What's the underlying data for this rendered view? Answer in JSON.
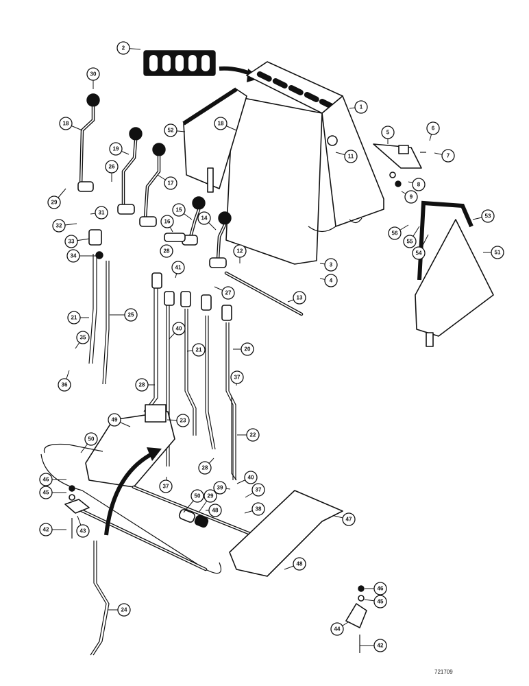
{
  "drawing_number": "721709",
  "callouts": [
    {
      "id": "c1",
      "label": "1"
    },
    {
      "id": "c2",
      "label": "2"
    },
    {
      "id": "c3",
      "label": "3"
    },
    {
      "id": "c4",
      "label": "4"
    },
    {
      "id": "c5",
      "label": "5"
    },
    {
      "id": "c6",
      "label": "6"
    },
    {
      "id": "c7",
      "label": "7"
    },
    {
      "id": "c8",
      "label": "8"
    },
    {
      "id": "c9",
      "label": "9"
    },
    {
      "id": "c11",
      "label": "11"
    },
    {
      "id": "c12",
      "label": "12"
    },
    {
      "id": "c13",
      "label": "13"
    },
    {
      "id": "c14",
      "label": "14"
    },
    {
      "id": "c15",
      "label": "15"
    },
    {
      "id": "c16",
      "label": "16"
    },
    {
      "id": "c17",
      "label": "17"
    },
    {
      "id": "c18a",
      "label": "18"
    },
    {
      "id": "c18b",
      "label": "18"
    },
    {
      "id": "c19",
      "label": "19"
    },
    {
      "id": "c20",
      "label": "20"
    },
    {
      "id": "c21a",
      "label": "21"
    },
    {
      "id": "c21b",
      "label": "21"
    },
    {
      "id": "c22",
      "label": "22"
    },
    {
      "id": "c23",
      "label": "23"
    },
    {
      "id": "c24",
      "label": "24"
    },
    {
      "id": "c25",
      "label": "25"
    },
    {
      "id": "c26",
      "label": "26"
    },
    {
      "id": "c27",
      "label": "27"
    },
    {
      "id": "c28a",
      "label": "28"
    },
    {
      "id": "c28b",
      "label": "28"
    },
    {
      "id": "c28c",
      "label": "28"
    },
    {
      "id": "c29a",
      "label": "29"
    },
    {
      "id": "c29b",
      "label": "29"
    },
    {
      "id": "c30",
      "label": "30"
    },
    {
      "id": "c31",
      "label": "31"
    },
    {
      "id": "c32",
      "label": "32"
    },
    {
      "id": "c33",
      "label": "33"
    },
    {
      "id": "c34",
      "label": "34"
    },
    {
      "id": "c35",
      "label": "35"
    },
    {
      "id": "c36",
      "label": "36"
    },
    {
      "id": "c37a",
      "label": "37"
    },
    {
      "id": "c37b",
      "label": "37"
    },
    {
      "id": "c37c",
      "label": "37"
    },
    {
      "id": "c38",
      "label": "38"
    },
    {
      "id": "c39",
      "label": "39"
    },
    {
      "id": "c40a",
      "label": "40"
    },
    {
      "id": "c40b",
      "label": "40"
    },
    {
      "id": "c41",
      "label": "41"
    },
    {
      "id": "c42a",
      "label": "42"
    },
    {
      "id": "c42b",
      "label": "42"
    },
    {
      "id": "c43",
      "label": "43"
    },
    {
      "id": "c44",
      "label": "44"
    },
    {
      "id": "c45a",
      "label": "45"
    },
    {
      "id": "c45b",
      "label": "45"
    },
    {
      "id": "c46a",
      "label": "46"
    },
    {
      "id": "c46b",
      "label": "46"
    },
    {
      "id": "c47",
      "label": "47"
    },
    {
      "id": "c48a",
      "label": "48"
    },
    {
      "id": "c48b",
      "label": "48"
    },
    {
      "id": "c49",
      "label": "49"
    },
    {
      "id": "c50a",
      "label": "50"
    },
    {
      "id": "c50b",
      "label": "50"
    },
    {
      "id": "c51",
      "label": "51"
    },
    {
      "id": "c52",
      "label": "52"
    },
    {
      "id": "c53",
      "label": "53"
    },
    {
      "id": "c54",
      "label": "54"
    },
    {
      "id": "c55",
      "label": "55"
    },
    {
      "id": "c56",
      "label": "56"
    }
  ]
}
